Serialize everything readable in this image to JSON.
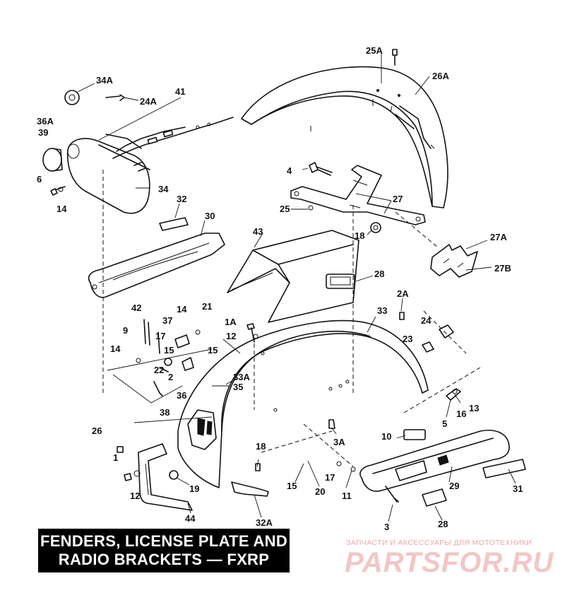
{
  "title": {
    "line1": "FENDERS, LICENSE PLATE AND",
    "line2": "RADIO BRACKETS — FXRP"
  },
  "watermark": {
    "tagline": "ЗАПЧАСТИ И АКСЕССУАРЫ ДЛЯ МОТОТЕХНИКИ",
    "logo": "PARTSFOR.RU"
  },
  "callouts": [
    {
      "id": "c-25a",
      "text": "25A"
    },
    {
      "id": "c-26a",
      "text": "26A"
    },
    {
      "id": "c-34a",
      "text": "34A"
    },
    {
      "id": "c-24a",
      "text": "24A"
    },
    {
      "id": "c-41",
      "text": "41"
    },
    {
      "id": "c-36a",
      "text": "36A"
    },
    {
      "id": "c-39",
      "text": "39"
    },
    {
      "id": "c-6",
      "text": "6"
    },
    {
      "id": "c-14a",
      "text": "14"
    },
    {
      "id": "c-34",
      "text": "34"
    },
    {
      "id": "c-4",
      "text": "4"
    },
    {
      "id": "c-27",
      "text": "27"
    },
    {
      "id": "c-25",
      "text": "25"
    },
    {
      "id": "c-18a",
      "text": "18"
    },
    {
      "id": "c-32",
      "text": "32"
    },
    {
      "id": "c-30",
      "text": "30"
    },
    {
      "id": "c-43",
      "text": "43"
    },
    {
      "id": "c-27a",
      "text": "27A"
    },
    {
      "id": "c-27b",
      "text": "27B"
    },
    {
      "id": "c-28a",
      "text": "28"
    },
    {
      "id": "c-2a",
      "text": "2A"
    },
    {
      "id": "c-33",
      "text": "33"
    },
    {
      "id": "c-42",
      "text": "42"
    },
    {
      "id": "c-37",
      "text": "37"
    },
    {
      "id": "c-14b",
      "text": "14"
    },
    {
      "id": "c-21",
      "text": "21"
    },
    {
      "id": "c-1a",
      "text": "1A"
    },
    {
      "id": "c-24",
      "text": "24"
    },
    {
      "id": "c-9",
      "text": "9"
    },
    {
      "id": "c-17a",
      "text": "17"
    },
    {
      "id": "c-12a",
      "text": "12"
    },
    {
      "id": "c-23",
      "text": "23"
    },
    {
      "id": "c-14c",
      "text": "14"
    },
    {
      "id": "c-15a",
      "text": "15"
    },
    {
      "id": "c-15b",
      "text": "15"
    },
    {
      "id": "c-22",
      "text": "22"
    },
    {
      "id": "c-2",
      "text": "2"
    },
    {
      "id": "c-33a",
      "text": "33A"
    },
    {
      "id": "c-35",
      "text": "35"
    },
    {
      "id": "c-36",
      "text": "36"
    },
    {
      "id": "c-38",
      "text": "38"
    },
    {
      "id": "c-13",
      "text": "13"
    },
    {
      "id": "c-16",
      "text": "16"
    },
    {
      "id": "c-5",
      "text": "5"
    },
    {
      "id": "c-3a",
      "text": "3A"
    },
    {
      "id": "c-10",
      "text": "10"
    },
    {
      "id": "c-26",
      "text": "26"
    },
    {
      "id": "c-1",
      "text": "1"
    },
    {
      "id": "c-18b",
      "text": "18"
    },
    {
      "id": "c-17b",
      "text": "17"
    },
    {
      "id": "c-15c",
      "text": "15"
    },
    {
      "id": "c-20",
      "text": "20"
    },
    {
      "id": "c-11",
      "text": "11"
    },
    {
      "id": "c-29",
      "text": "29"
    },
    {
      "id": "c-31",
      "text": "31"
    },
    {
      "id": "c-12b",
      "text": "12"
    },
    {
      "id": "c-19",
      "text": "19"
    },
    {
      "id": "c-44",
      "text": "44"
    },
    {
      "id": "c-32a",
      "text": "32A"
    },
    {
      "id": "c-3",
      "text": "3"
    },
    {
      "id": "c-28b",
      "text": "28"
    }
  ]
}
